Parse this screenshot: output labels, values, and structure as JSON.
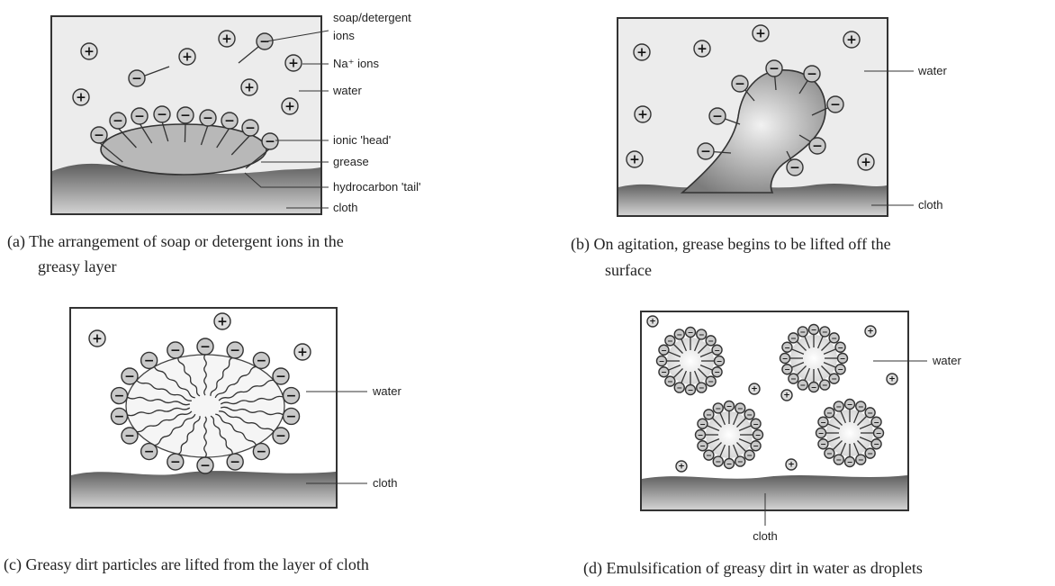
{
  "panels": {
    "a": {
      "labels": {
        "soap_ions": [
          "soap/detergent",
          "ions"
        ],
        "na_ions": "Na⁺ ions",
        "water": "water",
        "ionic_head": "ionic 'head'",
        "grease": "grease",
        "hydrocarbon_tail": "hydrocarbon 'tail'",
        "cloth": "cloth"
      },
      "caption": [
        "(a) The arrangement of  soap or detergent ions in the",
        "greasy layer"
      ]
    },
    "b": {
      "labels": {
        "water": "water",
        "cloth": "cloth"
      },
      "caption": [
        "(b) On agitation, grease begins to be lifted off the",
        "surface"
      ]
    },
    "c": {
      "labels": {
        "water": "water",
        "cloth": "cloth"
      },
      "caption": [
        "(c) Greasy dirt particles are lifted from the layer of cloth"
      ]
    },
    "d": {
      "labels": {
        "water": "water",
        "cloth": "cloth"
      },
      "caption": [
        "(d) Emulsification of greasy dirt in water as droplets"
      ]
    }
  },
  "symbols": {
    "negative_ion": "−",
    "positive_ion": "+"
  },
  "colors": {
    "frame": "#333333",
    "panel_fill": "#ececec",
    "cloth": "#7a7a7a",
    "grease": "#b5b5b5"
  }
}
